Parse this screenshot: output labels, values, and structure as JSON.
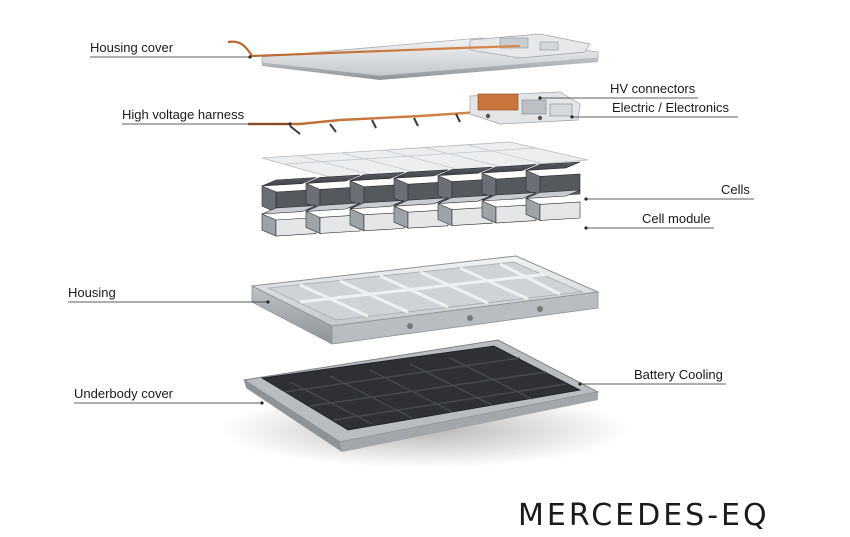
{
  "labels": {
    "housing_cover": "Housing cover",
    "hv_connectors": "HV connectors",
    "electric_electronics": "Electric / Electronics",
    "high_voltage_harness": "High voltage harness",
    "cells": "Cells",
    "cell_module": "Cell module",
    "housing": "Housing",
    "battery_cooling": "Battery Cooling",
    "underbody_cover": "Underbody cover"
  },
  "brand": {
    "logo_text": "MERCEDES-EQ"
  },
  "colors": {
    "aluminium": "#d9dcdf",
    "aluminium_dark": "#9ea3a8",
    "copper": "#c8743a",
    "cell_top": "#4a4d52",
    "cell_side": "#6c7076",
    "cooling_plate": "#2e3034",
    "text": "#1a1a1a"
  }
}
